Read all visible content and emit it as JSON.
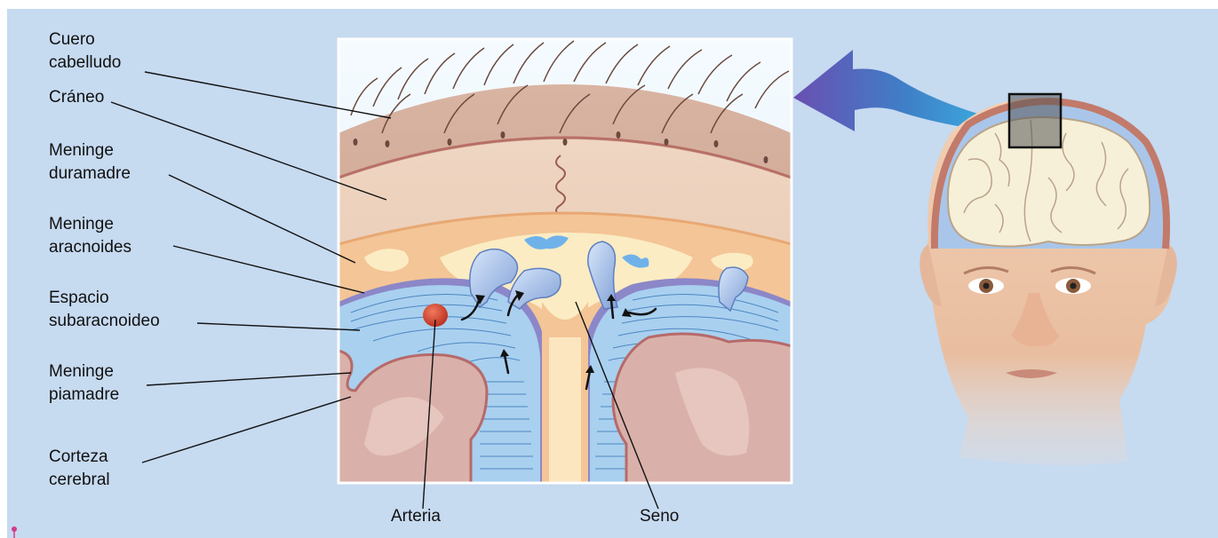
{
  "labels": {
    "scalp": [
      "Cuero",
      "cabelludo"
    ],
    "skull": "Cráneo",
    "dura": [
      "Meninge",
      "duramadre"
    ],
    "arachnoid": [
      "Meninge",
      "aracnoides"
    ],
    "subarachnoid": [
      "Espacio",
      "subaracnoideo"
    ],
    "pia": [
      "Meninge",
      "piamadre"
    ],
    "cortex": [
      "Corteza",
      "cerebral"
    ],
    "artery": "Arteria",
    "sinus": "Seno"
  },
  "colors": {
    "background": "#c6daf0",
    "scalp": "#c9a08c",
    "skull": "#e6c8b2",
    "dura": "#f5c89a",
    "sinus": "#fbecc4",
    "csf": "#a9d0ef",
    "cortex": "#d9b1aa",
    "artery": "#d8402e",
    "arrow": "#6b5fb0"
  }
}
